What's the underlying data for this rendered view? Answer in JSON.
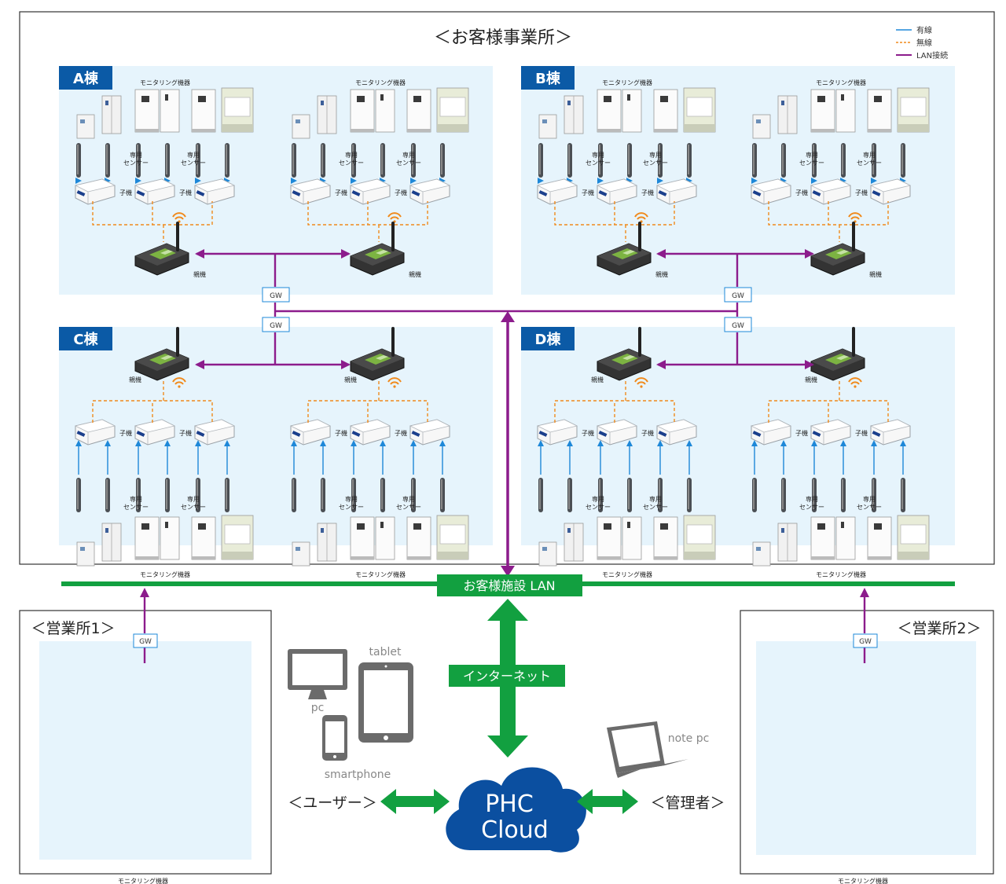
{
  "colors": {
    "wired": "#1e88d8",
    "wireless": "#f08a1c",
    "lan": "#8c1c8c",
    "facility_lan": "#12a040",
    "building_bg": "#e6f4fc",
    "building_label_bg": "#0b5aa6",
    "cloud": "#0b4fa0"
  },
  "customer_site": {
    "title": "＜お客様事業所＞"
  },
  "legend": {
    "wired": "有線",
    "wireless": "無線",
    "lan": "LAN接続"
  },
  "buildings": [
    {
      "label": "A棟"
    },
    {
      "label": "B棟"
    },
    {
      "label": "C棟"
    },
    {
      "label": "D棟"
    }
  ],
  "labels": {
    "monitoring": "モニタリング機器",
    "sensor_line1": "専用",
    "sensor_line2": "センサー",
    "child": "子機",
    "parent": "親機",
    "gw": "GW"
  },
  "network": {
    "facility_lan": "お客様施設 LAN",
    "internet": "インターネット",
    "cloud_line1": "PHC",
    "cloud_line2": "Cloud"
  },
  "offices": [
    {
      "title": "＜営業所1＞"
    },
    {
      "title": "＜営業所2＞"
    }
  ],
  "devices": {
    "pc": "pc",
    "tablet": "tablet",
    "smartphone": "smartphone",
    "note_pc": "note pc"
  },
  "roles": {
    "user": "＜ユーザー＞",
    "admin": "＜管理者＞"
  }
}
